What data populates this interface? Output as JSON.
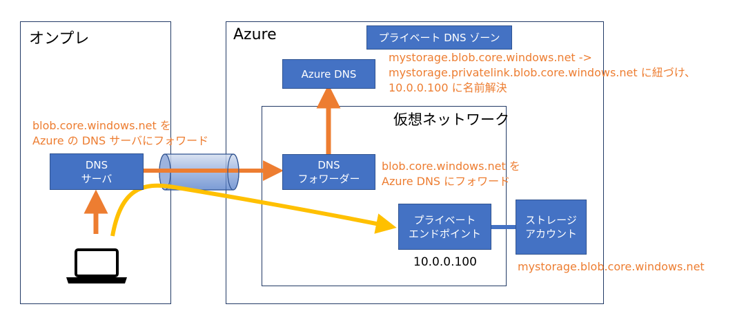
{
  "onprem": {
    "title": "オンプレ"
  },
  "azure": {
    "title": "Azure"
  },
  "vnet": {
    "title": "仮想ネットワーク"
  },
  "boxes": {
    "dns_server": [
      "DNS",
      "サーバ"
    ],
    "azure_dns": "Azure DNS",
    "private_dns_zone": "プライベート DNS ゾーン",
    "dns_forwarder": [
      "DNS",
      "フォワーダー"
    ],
    "private_endpoint": [
      "プライベート",
      "エンドポイント"
    ],
    "storage_account": [
      "ストレージ",
      "アカウント"
    ]
  },
  "notes": {
    "onprem_forward": [
      "blob.core.windows.net を",
      "Azure の DNS サーバにフォワード"
    ],
    "zone_mapping": [
      "mystorage.blob.core.windows.net ->",
      "mystorage.privatelink.blob.core.windows.net に紐づけ、",
      "10.0.0.100 に名前解決"
    ],
    "forwarder_forward": [
      "blob.core.windows.net を",
      "Azure DNS にフォワード"
    ],
    "storage_fqdn": "mystorage.blob.core.windows.net"
  },
  "endpoint_ip": "10.0.0.100",
  "colors": {
    "box": "#4472C4",
    "orange": "#ED7D31",
    "yellow": "#FFC000",
    "frame": "#203864"
  },
  "icons": {
    "client": "laptop-icon",
    "tunnel": "vpn-tunnel-icon"
  }
}
